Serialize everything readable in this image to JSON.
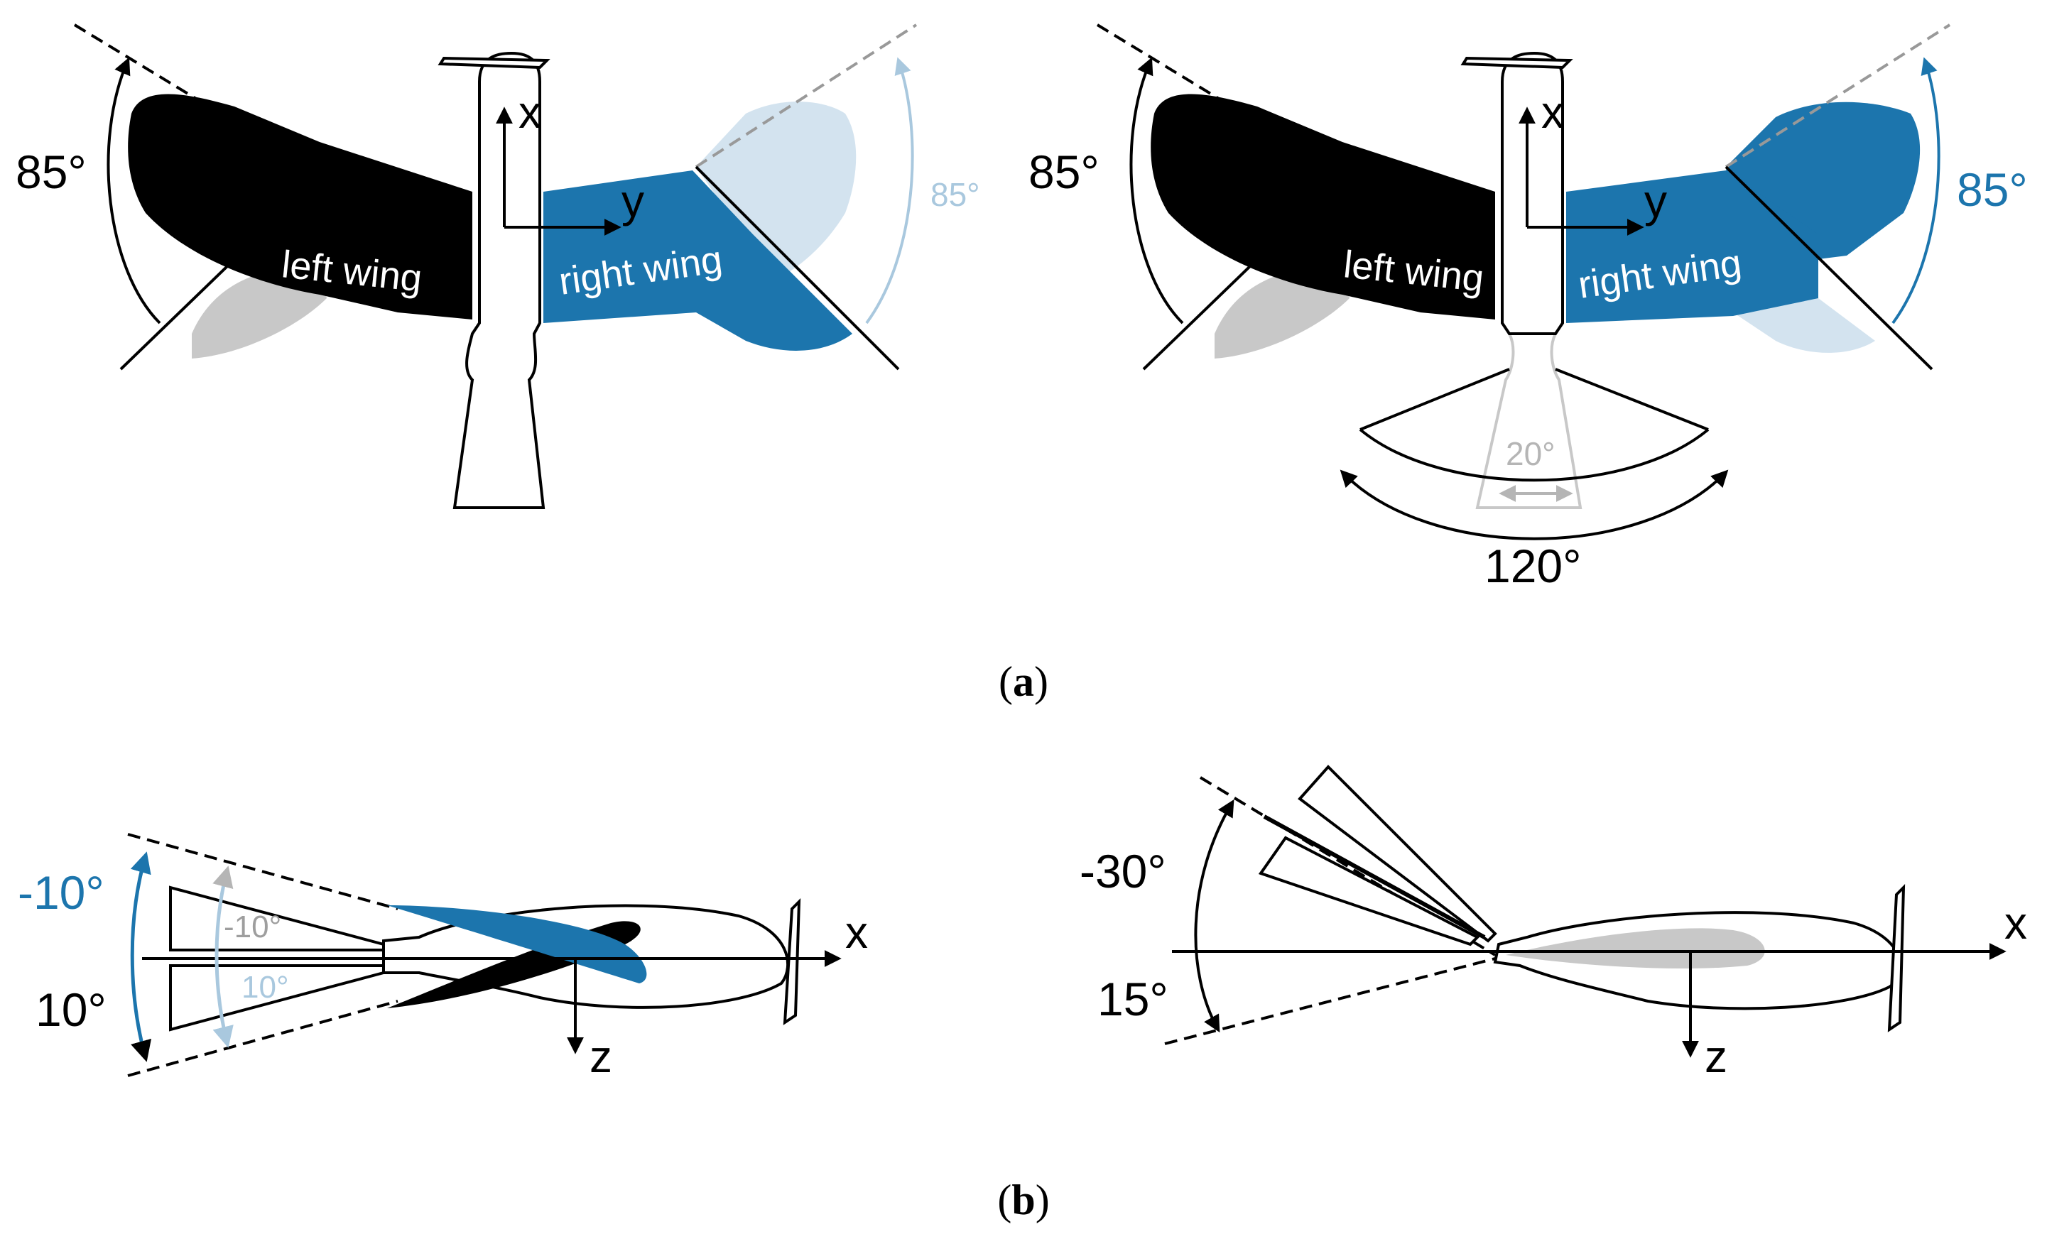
{
  "colors": {
    "black": "#000000",
    "blue": "#1c75ad",
    "light_blue": "#d3e3ef",
    "light_blue_stroke": "#a9c8de",
    "gray": "#c8c8c8",
    "dark_gray": "#9e9e9e"
  },
  "panel_a": {
    "caption": {
      "open": "(",
      "letter": "a",
      "close": ")"
    },
    "left": {
      "left_angle": "85°",
      "right_angle": "85°",
      "left_wing": "left wing",
      "right_wing": "right wing",
      "axis_x": "x",
      "axis_y": "y"
    },
    "right": {
      "left_angle": "85°",
      "right_angle": "85°",
      "left_wing": "left wing",
      "right_wing": "right wing",
      "axis_x": "x",
      "axis_y": "y",
      "tail_inner_angle": "20°",
      "tail_outer_angle": "120°"
    }
  },
  "panel_b": {
    "caption": {
      "open": "(",
      "letter": "b",
      "close": ")"
    },
    "left": {
      "outer_top": "-10°",
      "inner_top": "-10°",
      "inner_bottom": "10°",
      "outer_bottom": "10°",
      "axis_x": "x",
      "axis_z": "z"
    },
    "right": {
      "top_angle": "-30°",
      "bottom_angle": "15°",
      "axis_x": "x",
      "axis_z": "z"
    }
  }
}
